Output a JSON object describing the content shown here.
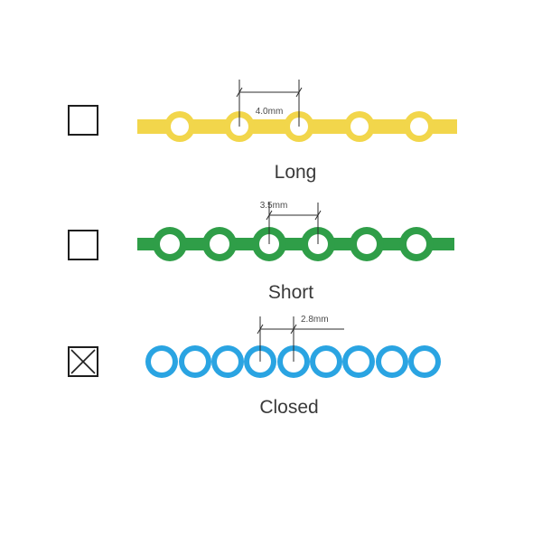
{
  "options": [
    {
      "label": "Long",
      "spacing": "4.0mm",
      "checked": false,
      "color": "#f2d64b",
      "style": "long"
    },
    {
      "label": "Short",
      "spacing": "3.5mm",
      "checked": false,
      "color": "#2f9e48",
      "style": "short"
    },
    {
      "label": "Closed",
      "spacing": "2.8mm",
      "checked": true,
      "color": "#2aa4e2",
      "style": "closed"
    }
  ]
}
